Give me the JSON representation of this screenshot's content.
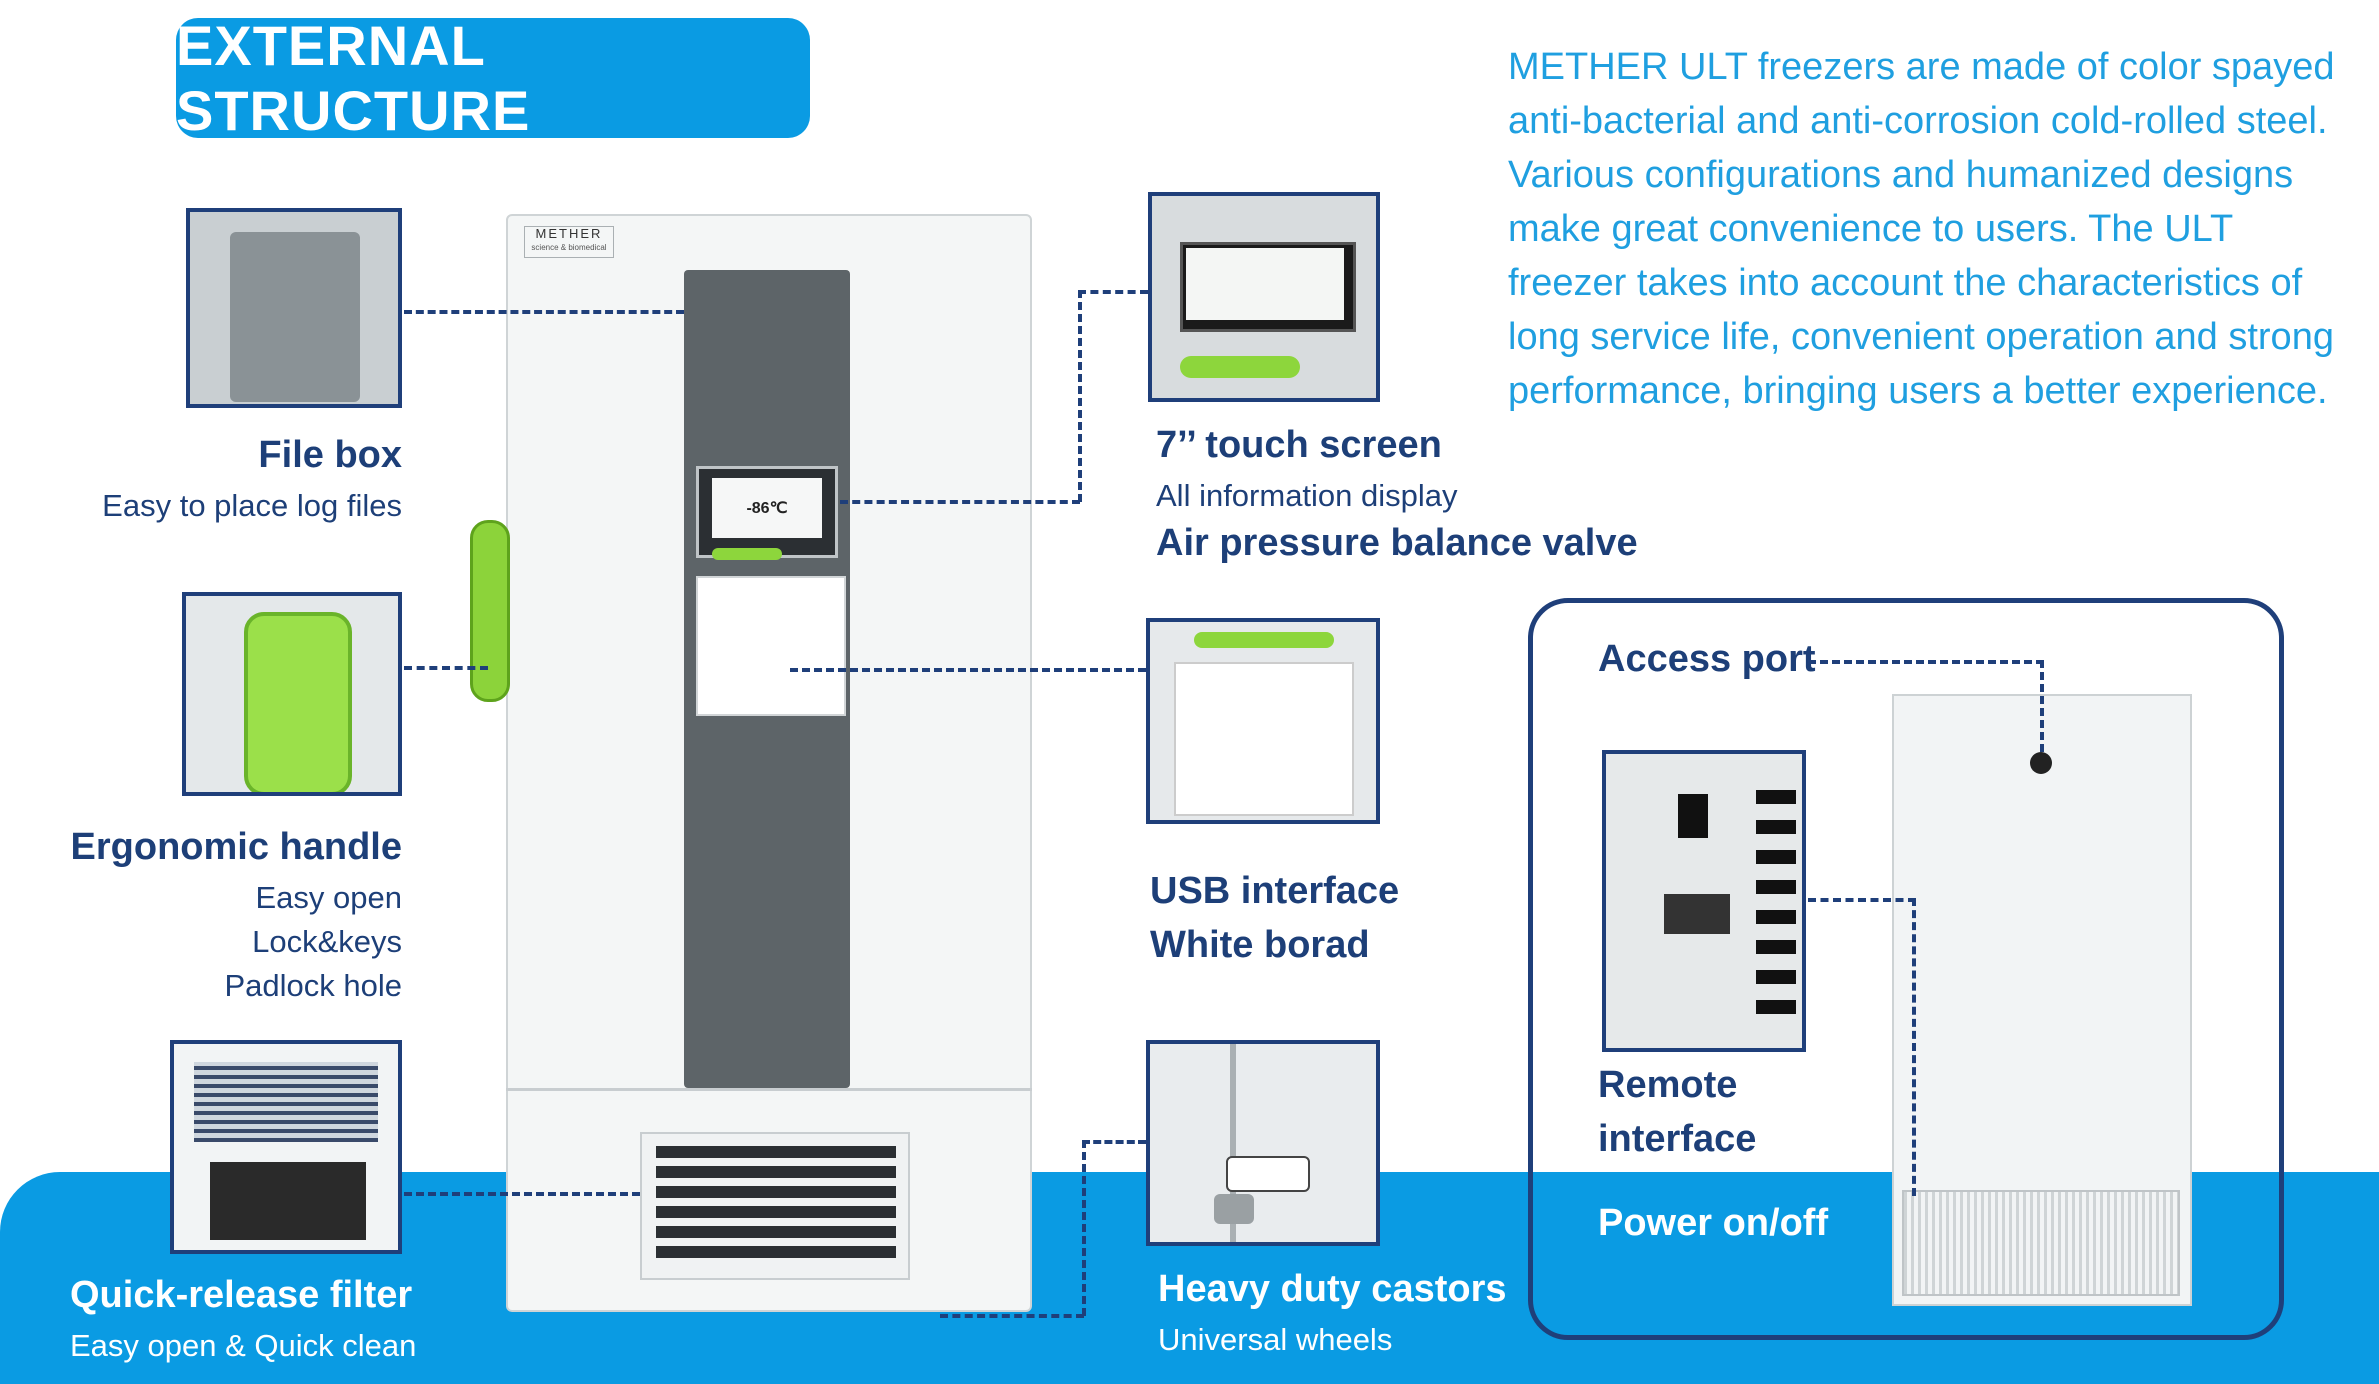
{
  "title": "EXTERNAL STRUCTURE",
  "description": "METHER ULT freezers are made of color spayed anti-bacterial and anti-corrosion cold-rolled steel. Various configurations and humanized designs make great convenience to users. The ULT freezer takes into account the characteristics of long service life, convenient operation and strong performance, bringing users a better experience.",
  "brand": {
    "name": "METHER",
    "tagline": "science & biomedical"
  },
  "screen_reading": "-86℃",
  "features": {
    "file_box": {
      "title": "File box",
      "lines": [
        "Easy to place log files"
      ]
    },
    "handle": {
      "title": "Ergonomic handle",
      "lines": [
        "Easy open",
        "Lock&keys",
        "Padlock hole"
      ]
    },
    "filter": {
      "title": "Quick-release filter",
      "lines": [
        "Easy open & Quick clean"
      ]
    },
    "touch_screen": {
      "title": "7’’ touch screen",
      "lines": [
        "All information display"
      ],
      "extra": "Air pressure balance valve"
    },
    "usb": {
      "title": "USB interface",
      "extra": "White borad"
    },
    "castors": {
      "title": "Heavy duty castors",
      "lines": [
        "Universal wheels"
      ]
    },
    "access_port": {
      "title": "Access port"
    },
    "remote": {
      "title_line1": "Remote",
      "title_line2": "interface"
    },
    "power": {
      "title": "Power on/off"
    }
  },
  "colors": {
    "accent": "#0a9be3",
    "navy": "#1d3f78",
    "highlight_green": "#8cd33a"
  }
}
